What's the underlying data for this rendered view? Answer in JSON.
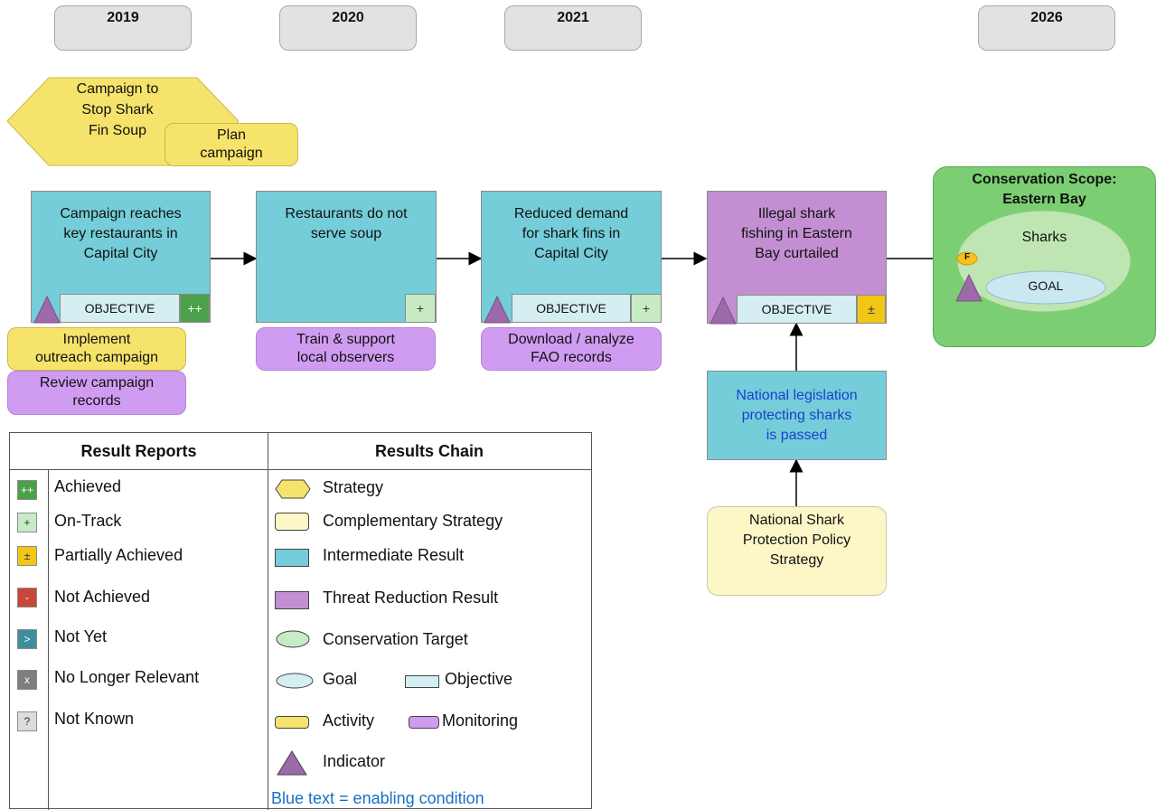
{
  "years": [
    "2019",
    "2020",
    "2021",
    "2026"
  ],
  "strategy": {
    "label": "Campaign to Stop Shark Fin Soup",
    "lines": [
      "Campaign to",
      "Stop Shark",
      "Fin Soup"
    ]
  },
  "activities": {
    "plan_campaign": [
      "Plan",
      "campaign"
    ],
    "implement_outreach": [
      "Implement",
      "outreach campaign"
    ]
  },
  "monitoring": {
    "review_records": [
      "Review campaign",
      "records"
    ],
    "train_observers": [
      "Train & support",
      "local observers"
    ],
    "fao_records": [
      "Download / analyze",
      "FAO records"
    ]
  },
  "results": {
    "r1": [
      "Campaign reaches",
      "key restaurants in",
      "Capital City"
    ],
    "r2": [
      "Restaurants do not",
      "serve soup"
    ],
    "r3": [
      "Reduced demand",
      "for shark fins in",
      "Capital City"
    ],
    "r4": [
      "Illegal shark",
      "fishing in Eastern",
      "Bay curtailed"
    ],
    "enabling": [
      "National legislation",
      "protecting sharks",
      "is passed"
    ]
  },
  "objective_label": "OBJECTIVE",
  "result_badges": {
    "r1": "++",
    "r2": "+",
    "r3": "+",
    "r4": "±"
  },
  "complementary_strategy": [
    "National Shark",
    "Protection Policy",
    "Strategy"
  ],
  "conservation_scope": {
    "title_lines": [
      "Conservation Scope:",
      "Eastern Bay"
    ],
    "target": "Sharks",
    "goal": "GOAL",
    "factor_marker": "F"
  },
  "legend": {
    "result_reports_header": "Result Reports",
    "results_chain_header": "Results Chain",
    "result_reports": [
      {
        "symbol": "++",
        "label": "Achieved"
      },
      {
        "symbol": "+",
        "label": "On-Track"
      },
      {
        "symbol": "±",
        "label": "Partially Achieved"
      },
      {
        "symbol": "-",
        "label": "Not Achieved"
      },
      {
        "symbol": ">",
        "label": "Not Yet"
      },
      {
        "symbol": "x",
        "label": "No Longer Relevant"
      },
      {
        "symbol": "?",
        "label": "Not Known"
      }
    ],
    "results_chain": {
      "strategy": "Strategy",
      "complementary": "Complementary Strategy",
      "intermediate": "Intermediate Result",
      "threat": "Threat Reduction Result",
      "target": "Conservation Target",
      "goal": "Goal",
      "objective": "Objective",
      "activity": "Activity",
      "monitoring": "Monitoring",
      "indicator": "Indicator",
      "enabling_note": "Blue text = enabling condition"
    }
  },
  "colors": {
    "intermediate_result": "#74cdd8",
    "threat_reduction": "#c38fd2",
    "activity": "#f6e36b",
    "monitoring": "#d09cf2",
    "strategy": "#f6e36b",
    "complementary": "#fdf7c8",
    "target_scope": "#7bcf72",
    "enabling_text": "#1a3fd0",
    "note_text": "#1a6fc4"
  }
}
